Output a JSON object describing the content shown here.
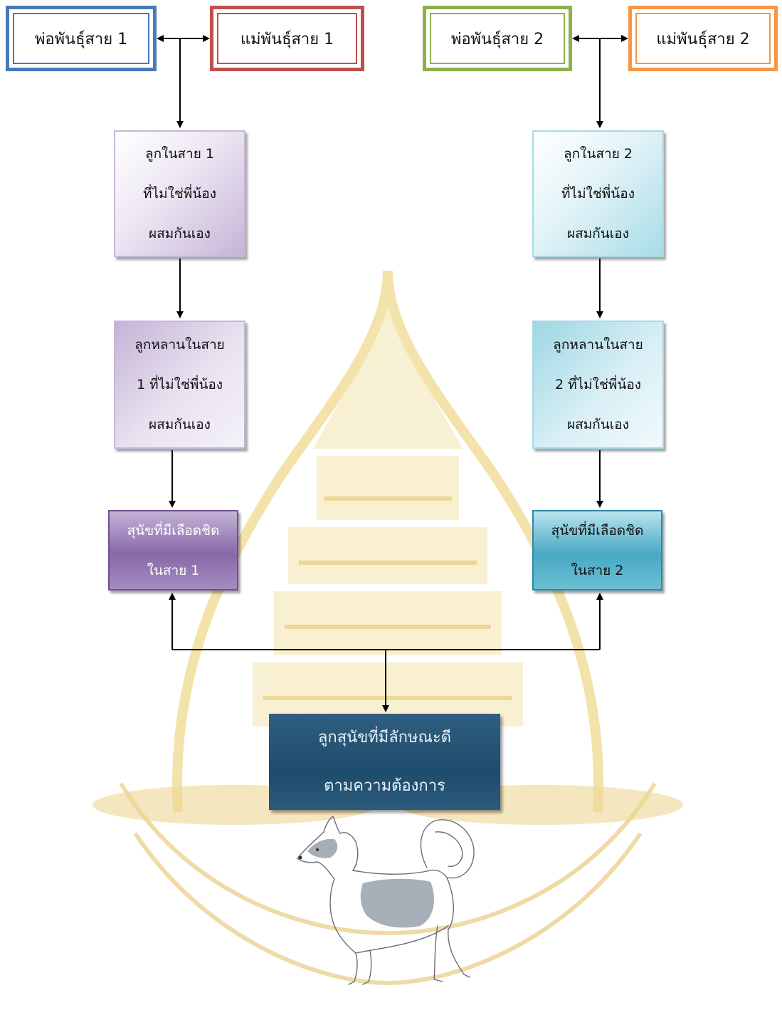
{
  "parents": {
    "father1": {
      "label": "พ่อพันธุ์สาย 1",
      "color": "#4a7ab8"
    },
    "mother1": {
      "label": "แม่พันธุ์สาย 1",
      "color": "#c0504d"
    },
    "father2": {
      "label": "พ่อพันธุ์สาย 2",
      "color": "#8db04c"
    },
    "mother2": {
      "label": "แม่พันธุ์สาย 2",
      "color": "#f79646"
    }
  },
  "line1": {
    "children": [
      "ลูกในสาย 1",
      "ที่ไม่ใช่พี่น้อง",
      "ผสมกันเอง"
    ],
    "grandchildren": [
      "ลูกหลานในสาย",
      "1 ที่ไม่ใช่พี่น้อง",
      "ผสมกันเอง"
    ],
    "inbred": [
      "สุนัขที่มีเลือดชิด",
      "ในสาย 1"
    ]
  },
  "line2": {
    "children": [
      "ลูกในสาย 2",
      "ที่ไม่ใช่พี่น้อง",
      "ผสมกันเอง"
    ],
    "grandchildren": [
      "ลูกหลานในสาย",
      "2 ที่ไม่ใช่พี่น้อง",
      "ผสมกันเอง"
    ],
    "inbred": [
      "สุนัขที่มีเลือดชิด",
      "ในสาย 2"
    ]
  },
  "result": [
    "ลูกสุนัขที่มีลักษณะดี",
    "ตามความต้องการ"
  ],
  "colors": {
    "watermark": "#f0dfa0",
    "watermark_dark": "#e3c978",
    "arrow": "#000000"
  },
  "icons": [
    "university-seal-watermark",
    "dog-illustration"
  ]
}
